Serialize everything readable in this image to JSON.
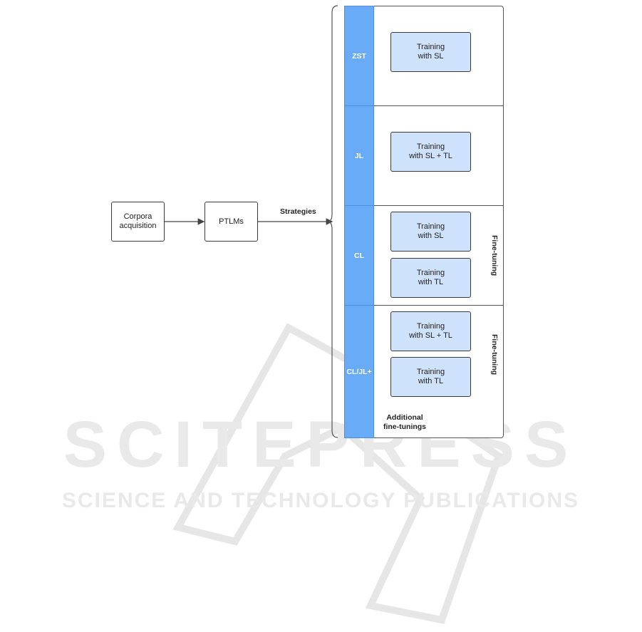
{
  "input_boxes": {
    "corpora": "Corpora\nacquisition",
    "ptlms": "PTLMs"
  },
  "strategies_label": "Strategies",
  "strategies": [
    {
      "name": "ZST",
      "boxes": [
        "Training\nwith SL"
      ]
    },
    {
      "name": "JL",
      "boxes": [
        "Training\nwith SL + TL"
      ]
    },
    {
      "name": "CL",
      "boxes": [
        "Training\nwith SL",
        "Training\nwith TL"
      ],
      "side_label": "Fine-tuning"
    },
    {
      "name": "CL/JL+",
      "boxes": [
        "Training\nwith SL + TL",
        "Training\nwith TL"
      ],
      "side_label": "Fine-tuning",
      "loop_label": "Additional\nfine-tunings"
    }
  ],
  "watermark": {
    "line1": "SCITEPRESS",
    "line2": "SCIENCE AND TECHNOLOGY PUBLICATIONS"
  }
}
